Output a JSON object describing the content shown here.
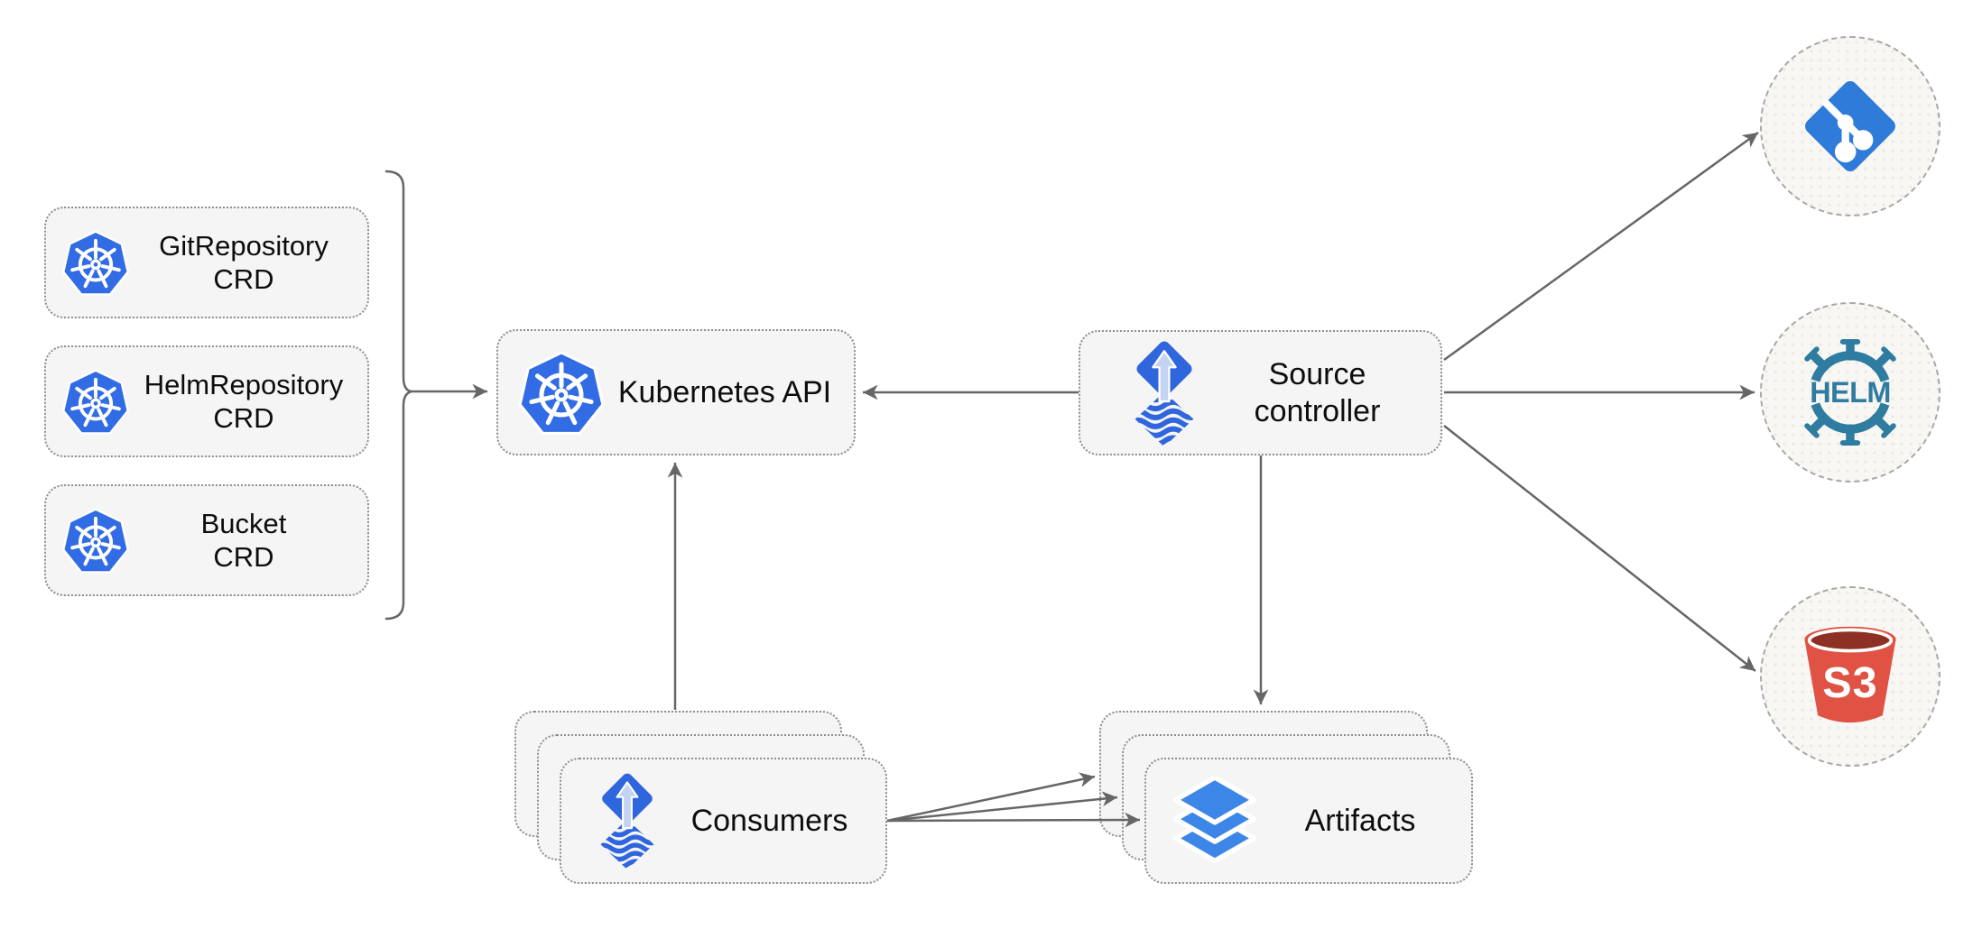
{
  "diagram": {
    "description": "Flux source-controller architecture diagram"
  },
  "colors": {
    "background": "#ffffff",
    "node_fill": "#f5f5f5",
    "node_border": "#8f8f8f",
    "circle_fill": "#f8f7f4",
    "circle_border": "#a8a8a8",
    "connector": "#666666",
    "text": "#0d0d0d",
    "kubernetes_blue": "#326CE5",
    "flux_blue": "#2F66DD",
    "flux_arrow_light": "#C5D3F2",
    "git_blue": "#2E7BD9",
    "artifacts_blue": "#3C86E8",
    "helm_teal": "#2E7C9F",
    "s3_red": "#E05243",
    "s3_dark_red": "#8C3123"
  },
  "nodes": {
    "git_repository_crd": {
      "label": "GitRepository\nCRD",
      "icon": "kubernetes-icon"
    },
    "helm_repository_crd": {
      "label": "HelmRepository\nCRD",
      "icon": "kubernetes-icon"
    },
    "bucket_crd": {
      "label": "Bucket\nCRD",
      "icon": "kubernetes-icon"
    },
    "kubernetes_api": {
      "label": "Kubernetes API",
      "icon": "kubernetes-icon"
    },
    "source_controller": {
      "label": "Source\ncontroller",
      "icon": "flux-icon"
    },
    "consumers": {
      "label": "Consumers",
      "icon": "flux-icon",
      "stacked": 3
    },
    "artifacts": {
      "label": "Artifacts",
      "icon": "layers-icon",
      "stacked": 3
    }
  },
  "endpoints": {
    "git": {
      "icon": "git-icon"
    },
    "helm": {
      "icon": "helm-icon",
      "logo_text": "HELM"
    },
    "s3": {
      "icon": "s3-bucket-icon",
      "logo_text": "S3"
    }
  },
  "edges": [
    {
      "from": "crd-definitions-group",
      "to": "kubernetes-api"
    },
    {
      "from": "source-controller",
      "to": "kubernetes-api"
    },
    {
      "from": "consumers",
      "to": "kubernetes-api"
    },
    {
      "from": "source-controller",
      "to": "artifacts"
    },
    {
      "from": "source-controller",
      "to": "git"
    },
    {
      "from": "source-controller",
      "to": "helm"
    },
    {
      "from": "source-controller",
      "to": "s3"
    },
    {
      "from": "consumers",
      "to": "artifacts",
      "count": 3
    }
  ]
}
